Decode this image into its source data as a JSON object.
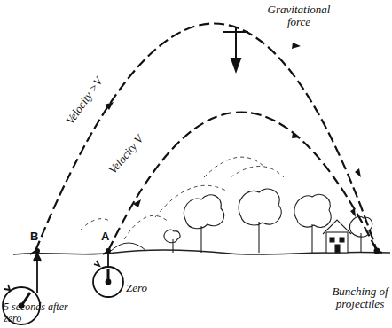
{
  "diagram": {
    "labels": [
      "Gravitational force",
      "Velocity >V",
      "Velocity V",
      "B",
      "A",
      "Zero",
      "5 seconds after zero",
      "Bunching of projectiles"
    ]
  }
}
